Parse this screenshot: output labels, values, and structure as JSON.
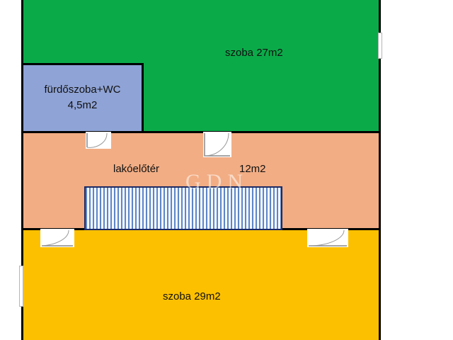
{
  "plan": {
    "rooms": {
      "bedroom_top": {
        "label": "szoba 27m2",
        "color": "#0baa49"
      },
      "bathroom": {
        "label_line1": "fürdőszoba+WC",
        "label_line2": "4,5m2",
        "color": "#8fa3d6"
      },
      "hall": {
        "label_name": "lakóelőtér",
        "label_area": "12m2",
        "color": "#f2ad84"
      },
      "bedroom_bottom": {
        "label": "szoba 29m2",
        "color": "#fdc000"
      }
    },
    "stairs_color": "#5d85c7",
    "watermark": "GDN"
  }
}
